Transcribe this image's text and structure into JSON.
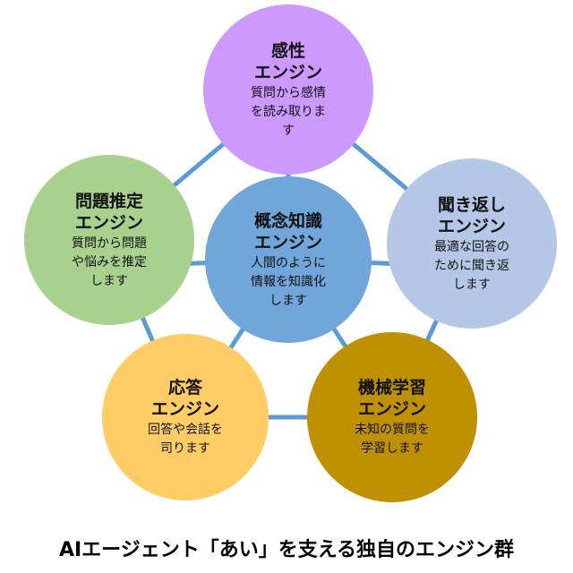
{
  "nodes": {
    "kansei": {
      "title1": "感性",
      "title2": "エンジン",
      "desc1": "質問から感情",
      "desc2": "を読み取りま",
      "desc3": "す",
      "color": "#cc99ff"
    },
    "mondai": {
      "title1": "問題推定",
      "title2": "エンジン",
      "desc1": "質問から問題",
      "desc2": "や悩みを推定",
      "desc3": "します",
      "color": "#a9d18e"
    },
    "gainen": {
      "title1": "概念知識",
      "title2": "エンジン",
      "desc1": "人間のように",
      "desc2": "情報を知識化",
      "desc3": "します",
      "color": "#70a6da"
    },
    "kikikaeshi": {
      "title1": "聞き返し",
      "title2": "エンジン",
      "desc1": "最適な回答の",
      "desc2": "ために聞き返",
      "desc3": "します",
      "color": "#b4c7e7"
    },
    "outou": {
      "title1": "応答",
      "title2": "エンジン",
      "desc1": "回答や会話を",
      "desc2": "司ります",
      "color": "#ffcc66"
    },
    "kikai": {
      "title1": "機械学習",
      "title2": "エンジン",
      "desc1": "未知の質問を",
      "desc2": "学習します",
      "color": "#bf9000"
    }
  },
  "line_color": "#5b9bd5",
  "caption": "AIエージェント「あい」を支える独自のエンジン群"
}
